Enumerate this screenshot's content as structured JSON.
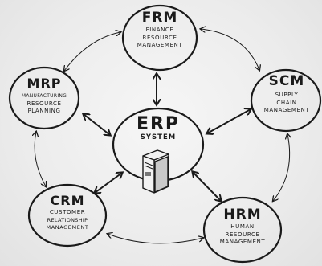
{
  "nodes": {
    "erp": {
      "abbr": "ERP",
      "line1": "SYSTEM"
    },
    "frm": {
      "abbr": "FRM",
      "line1": "Finance",
      "line2": "Resource",
      "line3": "Management"
    },
    "scm": {
      "abbr": "SCM",
      "line1": "Supply",
      "line2": "Chain",
      "line3": "Management"
    },
    "hrm": {
      "abbr": "HRM",
      "line1": "Human",
      "line2": "Resource",
      "line3": "Management"
    },
    "crm": {
      "abbr": "CRM",
      "line1": "Customer",
      "line2": "Relationship",
      "line3": "Management"
    },
    "mrp": {
      "abbr": "MRP",
      "line1": "Manufacturing",
      "line2": "Resource",
      "line3": "Planning"
    }
  },
  "icons": {
    "server": "server-tower-icon"
  }
}
